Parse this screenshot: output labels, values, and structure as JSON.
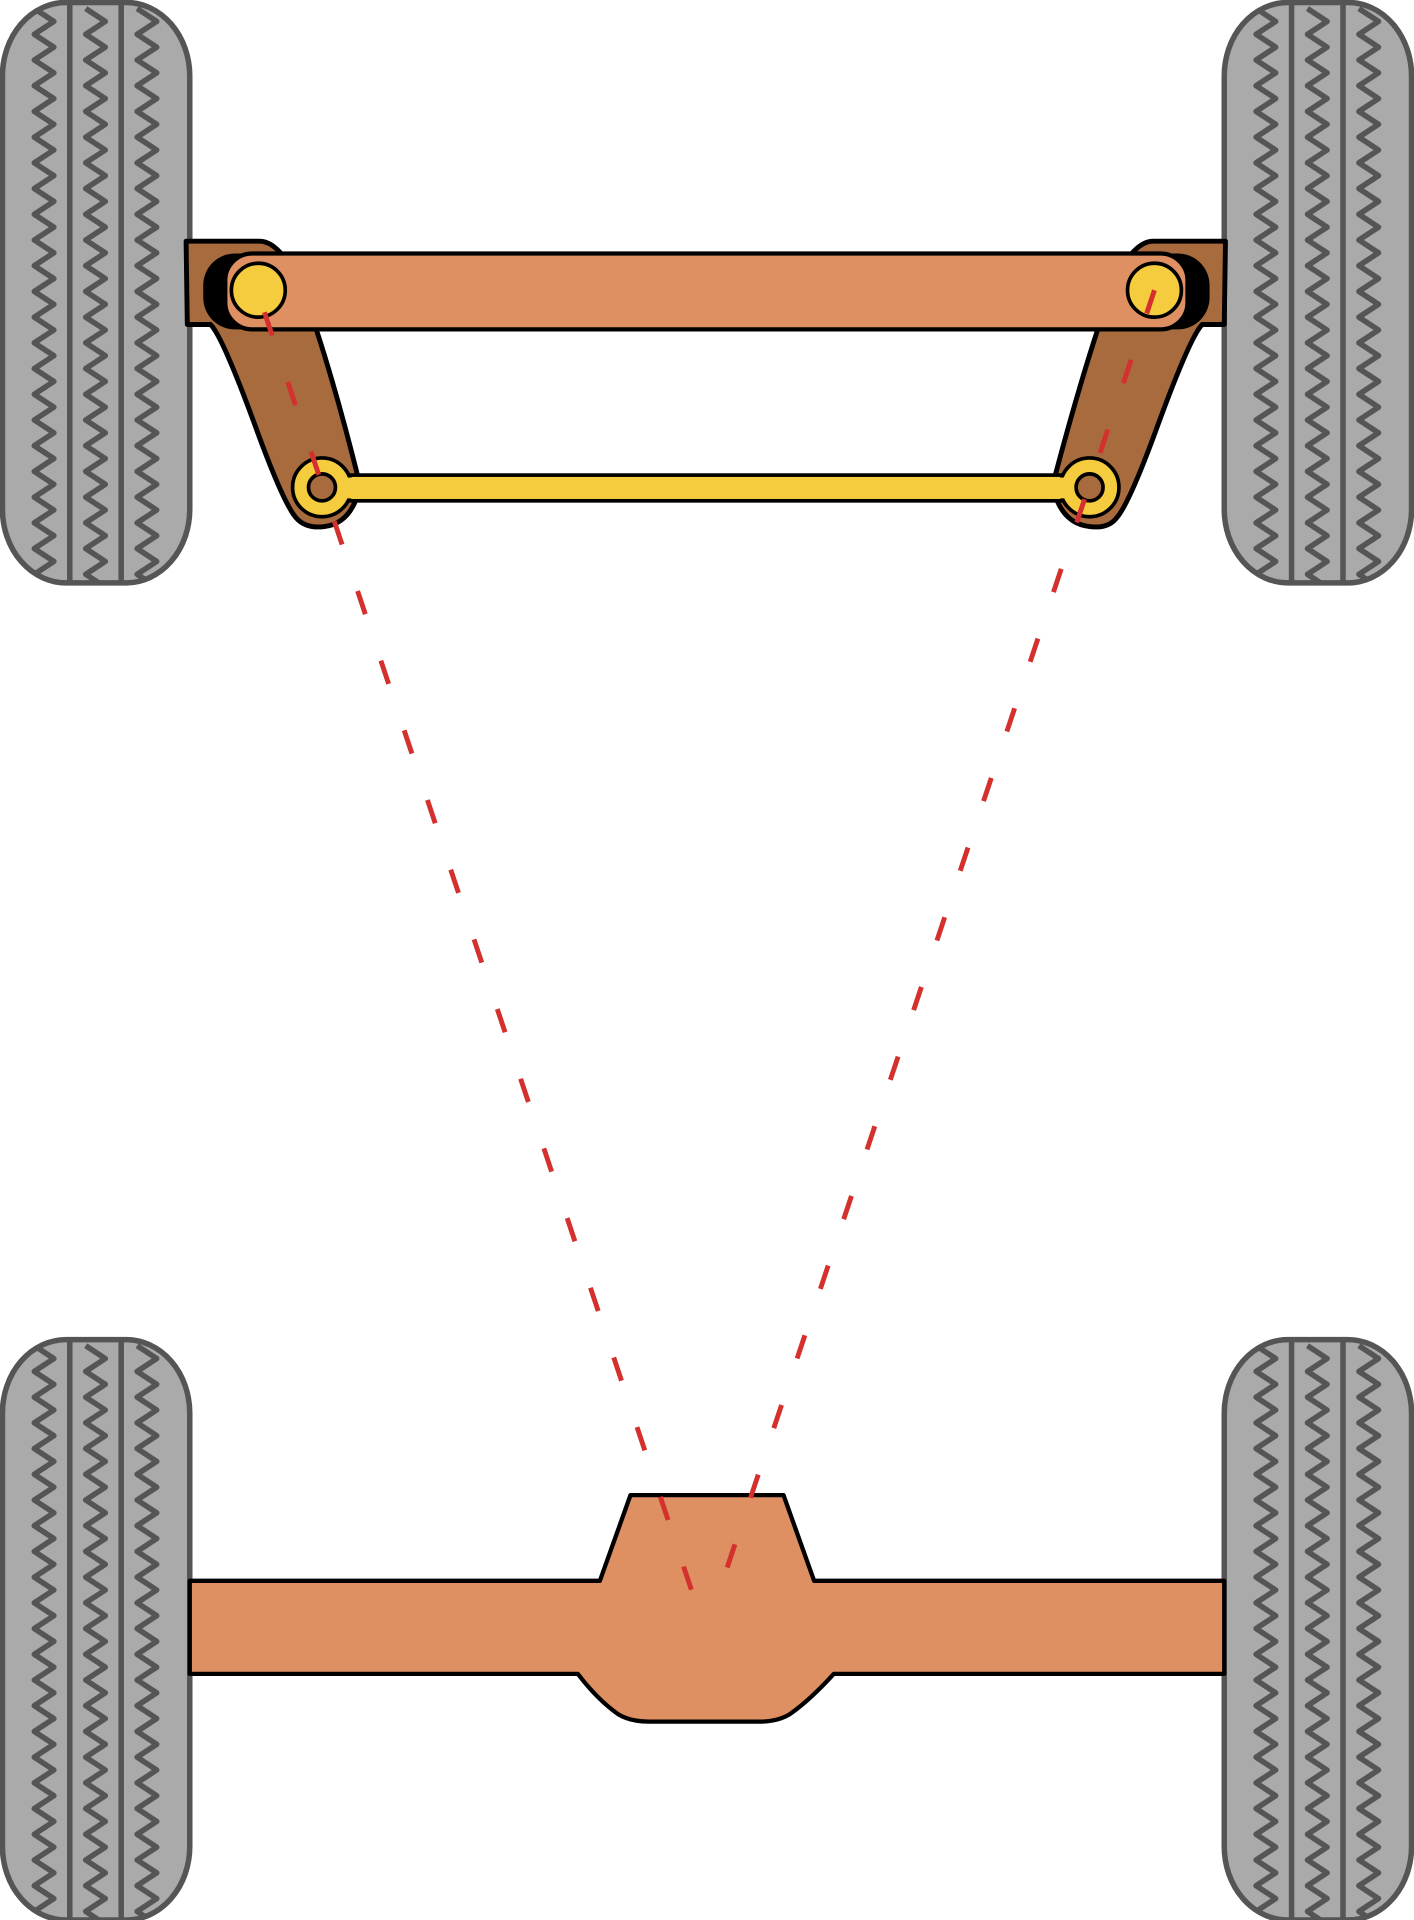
{
  "diagram": {
    "subject": "ackermann-steering-geometry",
    "components": [
      "front-left-wheel",
      "front-right-wheel",
      "rear-left-wheel",
      "rear-right-wheel",
      "front-beam",
      "steering-arm-left",
      "steering-arm-right",
      "tie-rod",
      "rear-axle",
      "ackermann-lines"
    ]
  },
  "colors": {
    "tire_fill": "#aaaaaa",
    "tire_stroke": "#555555",
    "beam": "#de9062",
    "knuckle": "#a86b3e",
    "joint": "#f5cc3e",
    "outline": "#000000",
    "ackermann_line": "#d3302e"
  }
}
